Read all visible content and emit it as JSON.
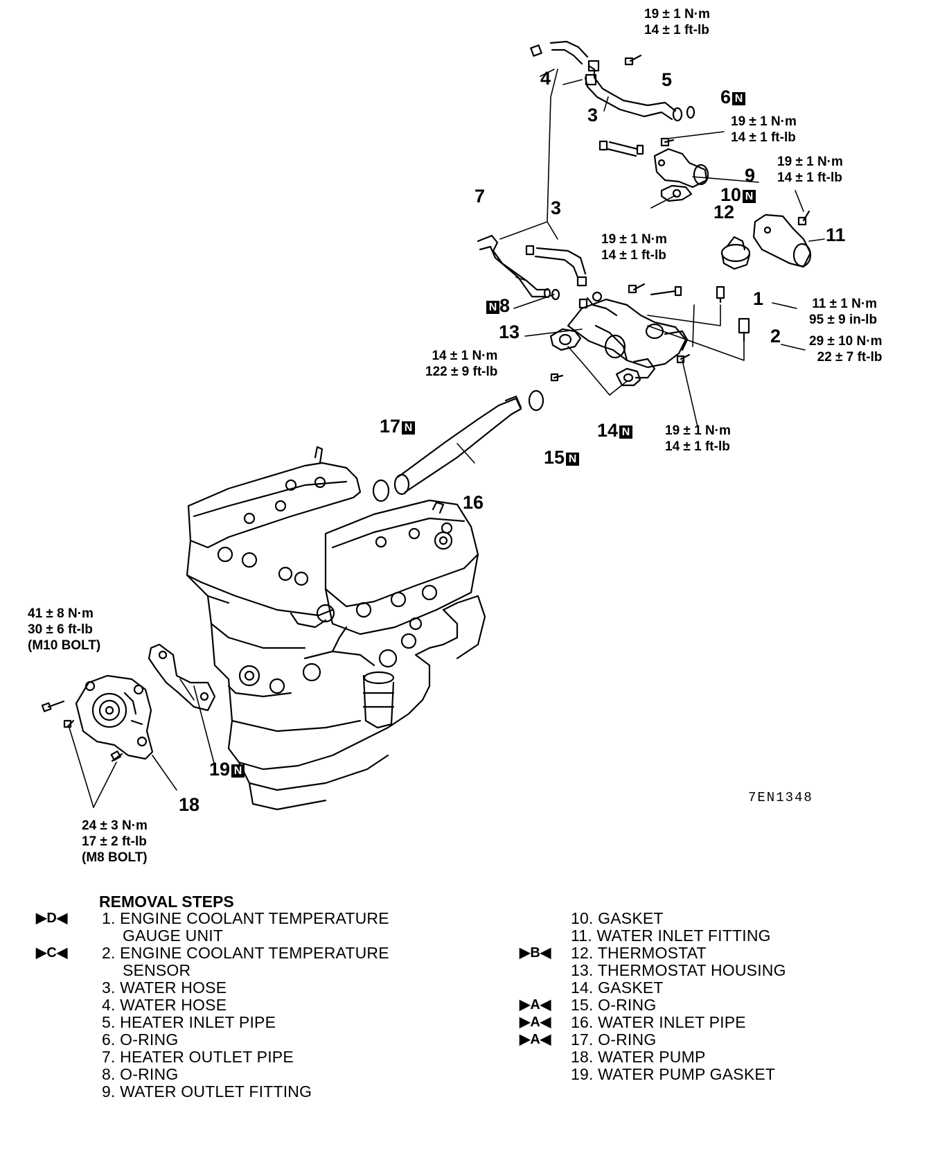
{
  "callouts": [
    {
      "id": "c1",
      "num": "1",
      "n": ""
    },
    {
      "id": "c2",
      "num": "2",
      "n": ""
    },
    {
      "id": "c3a",
      "num": "3",
      "n": ""
    },
    {
      "id": "c3b",
      "num": "3",
      "n": ""
    },
    {
      "id": "c4",
      "num": "4",
      "n": ""
    },
    {
      "id": "c5",
      "num": "5",
      "n": ""
    },
    {
      "id": "c6",
      "num": "6",
      "n": "N"
    },
    {
      "id": "c7",
      "num": "7",
      "n": ""
    },
    {
      "id": "c8",
      "num": "8",
      "n": "N"
    },
    {
      "id": "c9",
      "num": "9",
      "n": ""
    },
    {
      "id": "c10",
      "num": "10",
      "n": "N"
    },
    {
      "id": "c11",
      "num": "11",
      "n": ""
    },
    {
      "id": "c12",
      "num": "12",
      "n": ""
    },
    {
      "id": "c13",
      "num": "13",
      "n": ""
    },
    {
      "id": "c14",
      "num": "14",
      "n": "N"
    },
    {
      "id": "c15",
      "num": "15",
      "n": "N"
    },
    {
      "id": "c16",
      "num": "16",
      "n": ""
    },
    {
      "id": "c17",
      "num": "17",
      "n": "N"
    },
    {
      "id": "c18",
      "num": "18",
      "n": ""
    },
    {
      "id": "c19",
      "num": "19",
      "n": "N"
    }
  ],
  "torques": [
    {
      "id": "t1",
      "lines": [
        "19 ± 1 N·m",
        "14 ± 1 ft-lb"
      ]
    },
    {
      "id": "t2",
      "lines": [
        "19 ± 1 N·m",
        "14 ± 1 ft-lb"
      ]
    },
    {
      "id": "t3",
      "lines": [
        "19 ± 1 N·m",
        "14 ± 1 ft-lb"
      ]
    },
    {
      "id": "t4",
      "lines": [
        "19 ± 1 N·m",
        "14 ± 1 ft-lb"
      ]
    },
    {
      "id": "t5",
      "lines": [
        "11 ± 1 N·m",
        "95 ± 9 in-lb"
      ]
    },
    {
      "id": "t6",
      "lines": [
        "29 ± 10 N·m",
        "22 ± 7 ft-lb"
      ]
    },
    {
      "id": "t7",
      "lines": [
        "14 ± 1 N·m",
        "122 ± 9 ft-lb"
      ]
    },
    {
      "id": "t8",
      "lines": [
        "19 ± 1 N·m",
        "14 ± 1 ft-lb"
      ]
    },
    {
      "id": "t9",
      "lines": [
        "41 ± 8 N·m",
        "30 ± 6 ft-lb",
        "(M10 BOLT)"
      ]
    },
    {
      "id": "t10",
      "lines": [
        "24 ± 3 N·m",
        "17 ± 2 ft-lb",
        "(M8 BOLT)"
      ]
    }
  ],
  "figure_code": "7EN1348",
  "removal": {
    "title": "REMOVAL STEPS",
    "left": [
      {
        "mark": "▶D◀",
        "text": "1. ENGINE COOLANT TEMPERATURE"
      },
      {
        "mark": "",
        "text": "GAUGE UNIT",
        "indent": true
      },
      {
        "mark": "▶C◀",
        "text": "2. ENGINE COOLANT TEMPERATURE"
      },
      {
        "mark": "",
        "text": "SENSOR",
        "indent": true
      },
      {
        "mark": "",
        "text": "3. WATER HOSE"
      },
      {
        "mark": "",
        "text": "4. WATER HOSE"
      },
      {
        "mark": "",
        "text": "5. HEATER INLET PIPE"
      },
      {
        "mark": "",
        "text": "6. O-RING"
      },
      {
        "mark": "",
        "text": "7. HEATER OUTLET PIPE"
      },
      {
        "mark": "",
        "text": "8. O-RING"
      },
      {
        "mark": "",
        "text": "9. WATER OUTLET FITTING"
      }
    ],
    "right": [
      {
        "mark": "",
        "text": "10. GASKET"
      },
      {
        "mark": "",
        "text": "11. WATER INLET FITTING"
      },
      {
        "mark": "▶B◀",
        "text": "12. THERMOSTAT"
      },
      {
        "mark": "",
        "text": "13. THERMOSTAT HOUSING"
      },
      {
        "mark": "",
        "text": "14. GASKET"
      },
      {
        "mark": "▶A◀",
        "text": "15. O-RING"
      },
      {
        "mark": "▶A◀",
        "text": "16. WATER INLET PIPE"
      },
      {
        "mark": "▶A◀",
        "text": "17. O-RING"
      },
      {
        "mark": "",
        "text": "18. WATER PUMP"
      },
      {
        "mark": "",
        "text": "19. WATER PUMP GASKET"
      }
    ]
  }
}
